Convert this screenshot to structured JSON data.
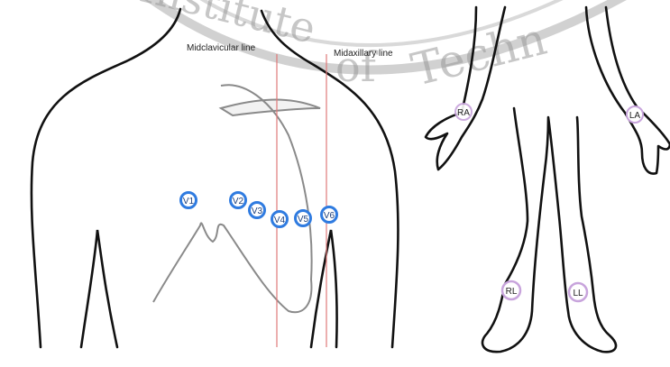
{
  "watermark": {
    "word1": "Institute",
    "word2": "of",
    "word3": "Techn"
  },
  "labels": {
    "midclavicular": "Midclavicular line",
    "midaxillary": "Midaxillary line"
  },
  "chest_electrodes": [
    {
      "id": "V1",
      "text": "V1"
    },
    {
      "id": "V2",
      "text": "V2"
    },
    {
      "id": "V3",
      "text": "V3"
    },
    {
      "id": "V4",
      "text": "V4"
    },
    {
      "id": "V5",
      "text": "V5"
    },
    {
      "id": "V6",
      "text": "V6"
    }
  ],
  "limb_electrodes": [
    {
      "id": "RA",
      "text": "RA"
    },
    {
      "id": "LA",
      "text": "LA"
    },
    {
      "id": "RL",
      "text": "RL"
    },
    {
      "id": "LL",
      "text": "LL"
    }
  ],
  "colors": {
    "chest_electrode": "#2f7be0",
    "limb_electrode": "#c8a4dc",
    "reference_line": "#e07a7a",
    "outline": "#111111",
    "heart": "#8a8a8a",
    "watermark": "#9a9a9a"
  }
}
